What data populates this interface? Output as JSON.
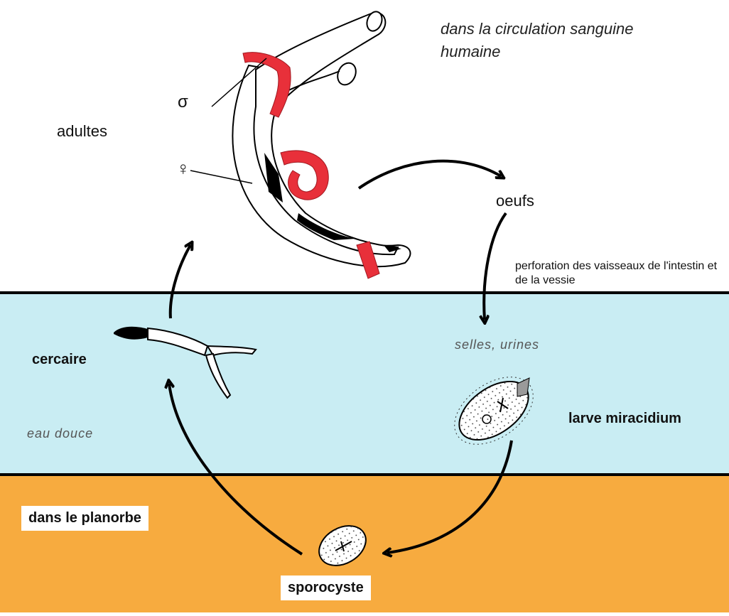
{
  "labels": {
    "human_circulation": "dans la circulation sanguine humaine",
    "adults": "adultes",
    "male_symbol": "σ",
    "female_symbol": "♀",
    "eggs": "oeufs",
    "perforation": "perforation des vaisseaux de l'intestin et de la vessie",
    "excreta": "selles, urines",
    "miracidium": "larve miracidium",
    "cercaria": "cercaire",
    "fresh_water": "eau douce",
    "snail": "dans le planorbe",
    "sporocyst": "sporocyste"
  },
  "colors": {
    "water": "#c9edf3",
    "snail_zone": "#f7ab3f",
    "worm_band": "#e8303a",
    "outline": "#000000"
  }
}
